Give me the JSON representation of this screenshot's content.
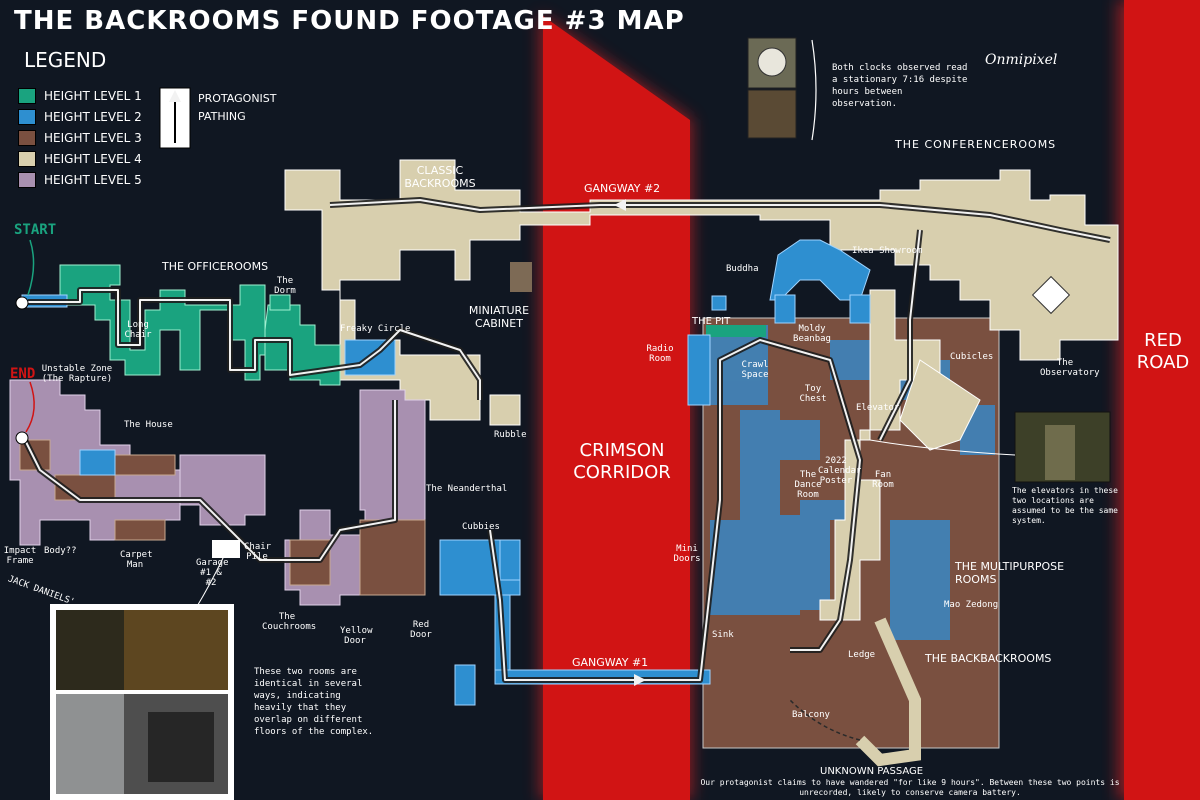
{
  "title": "THE BACKROOMS FOUND FOOTAGE #3 MAP",
  "signature": "Onmipixel",
  "legend": {
    "title": "LEGEND",
    "items": [
      {
        "label": "HEIGHT LEVEL 1",
        "color": "#1aa37f"
      },
      {
        "label": "HEIGHT LEVEL 2",
        "color": "#2e8fd0"
      },
      {
        "label": "HEIGHT LEVEL 3",
        "color": "#7a5040"
      },
      {
        "label": "HEIGHT LEVEL 4",
        "color": "#d8cfae"
      },
      {
        "label": "HEIGHT LEVEL 5",
        "color": "#a890b0"
      }
    ],
    "pathing_label_1": "PROTAGONIST",
    "pathing_label_2": "PATHING"
  },
  "markers": {
    "start": "START",
    "end": "END"
  },
  "regions": {
    "crimson_corridor": "CRIMSON CORRIDOR",
    "red_road": "RED ROAD",
    "classic_backrooms": "CLASSIC BACKROOMS",
    "officerooms": "THE OFFICEROOMS",
    "conferencerooms": "THE CONFERENCEROOMS",
    "miniature_cabinet": "MINIATURE CABINET",
    "multipurpose_rooms": "THE MULTIPURPOSE ROOMS",
    "backbackrooms": "THE BACKBACKROOMS",
    "the_pit": "THE PIT",
    "unknown_passage": "UNKNOWN PASSAGE"
  },
  "gangways": {
    "one": "GANGWAY #1",
    "two": "GANGWAY #2"
  },
  "places": {
    "long_chair": "Long Chair",
    "the_dorm": "The Dorm",
    "freaky_circle": "Freaky Circle",
    "rubble": "Rubble",
    "buddha": "Buddha",
    "ikea_showroom": "Ikea Showroom",
    "radio_room": "Radio Room",
    "crawl_space": "Crawl Space",
    "moldy_beanbag": "Moldy Beanbag",
    "cubicles": "Cubicles",
    "toy_chest": "Toy Chest",
    "elevator": "Elevator",
    "the_observatory": "The Observatory",
    "unstable_zone": "Unstable Zone (The Rapture)",
    "the_house": "The House",
    "the_neanderthal": "The Neanderthal",
    "impact_frame": "Impact Frame",
    "body": "Body??",
    "carpet_man": "Carpet Man",
    "garage": "Garage #1 & #2",
    "chair_pile": "Chair Pile",
    "cubbies": "Cubbies",
    "the_dance_room": "The Dance Room",
    "calendar_poster": "2022 Calendar Poster",
    "fan_room": "Fan Room",
    "mini_doors": "Mini Doors",
    "the_couchrooms": "The Couchrooms",
    "yellow_door": "Yellow Door",
    "red_door": "Red Door",
    "sink": "Sink",
    "mao_zedong": "Mao Zedong",
    "ledge": "Ledge",
    "balcony": "Balcony",
    "jack_daniels": "JACK DANIELS'"
  },
  "notes": {
    "clocks": "Both clocks observed read a stationary 7:16 despite hours between observation.",
    "elevators": "The elevators in these two locations are assumed to be the same system.",
    "rooms_identical": "These two rooms are identical in several ways, indicating heavily that they overlap on different floors of the complex.",
    "passage": "Our protagonist claims to have wandered \"for like 9 hours\". Between these two points is unrecorded, likely to conserve camera battery."
  }
}
